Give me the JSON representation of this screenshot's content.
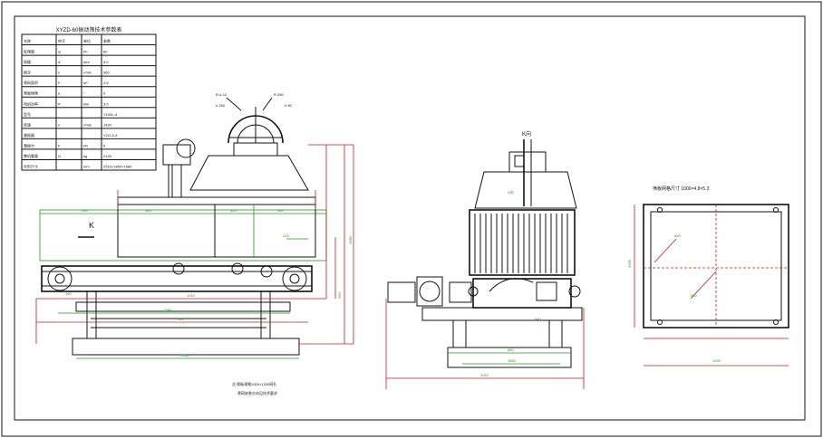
{
  "title_block": {
    "title": "XYZD-60振动筛技术参数表",
    "header": [
      "名称",
      "符号",
      "单位",
      "参数"
    ],
    "rows": [
      [
        "处理量",
        "Q",
        "t/h",
        "60"
      ],
      [
        "振幅",
        "A",
        "mm",
        "4.0"
      ],
      [
        "振次",
        "n",
        "r/min",
        "960"
      ],
      [
        "筛网面积",
        "F",
        "m²",
        "2.6"
      ],
      [
        "筛面倾角",
        "α",
        "°",
        "0"
      ],
      [
        "电机功率",
        "P",
        "kW",
        "3.0"
      ],
      [
        "型号",
        "",
        "",
        "Y100L-4"
      ],
      [
        "转速",
        "n",
        "r/min",
        "1420"
      ],
      [
        "激振器",
        "",
        "",
        "YZO-5-4"
      ],
      [
        "激振力",
        "F",
        "kN",
        "5"
      ],
      [
        "整机重量",
        "G",
        "kg",
        "2100"
      ],
      [
        "外形尺寸",
        "",
        "mm",
        "2510×1850×1680"
      ]
    ]
  },
  "labels": {
    "view_k": "K",
    "view_k_arrow": "K向",
    "hood_label_1": "R-4-12",
    "hood_label_2": "h 250",
    "hood_label_3": "R 250",
    "hood_label_4": "h 50",
    "screen_panel": "筛板网格尺寸 1000×4.8×5.3",
    "note_1": "注:筛板规格1000×1200网孔",
    "note_2": "筛网安装方向见技术要求"
  },
  "dimensions": {
    "front": [
      "350",
      "560",
      "320",
      "360",
      "210",
      "2510",
      "1390",
      "910",
      "1210",
      "180",
      "1680",
      "260"
    ],
    "side": [
      "K向",
      "1010",
      "1850",
      "850",
      "640"
    ],
    "panel": [
      "1000",
      "1200",
      "620",
      "380"
    ]
  },
  "colors": {
    "line": "#111111",
    "dimension": "#1a9c1a",
    "extension": "#d01818"
  }
}
